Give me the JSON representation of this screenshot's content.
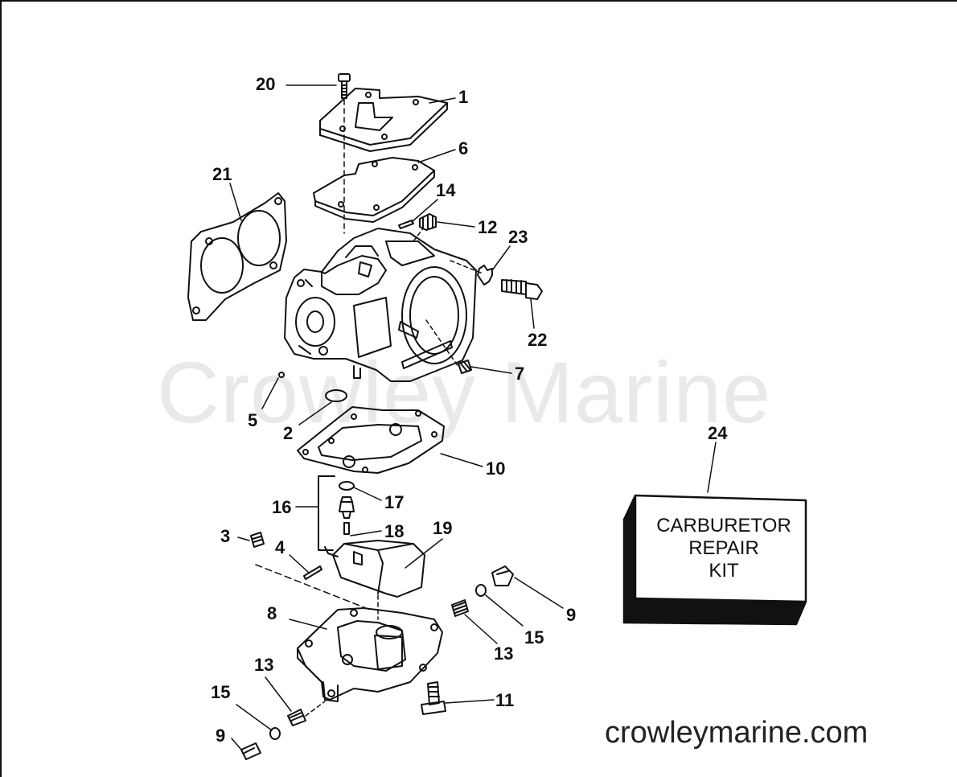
{
  "watermark": "Crowley Marine",
  "website": "crowleymarine.com",
  "kit": {
    "lines": [
      "CARBURETOR",
      "REPAIR",
      "KIT"
    ]
  },
  "callouts": [
    "20",
    "1",
    "6",
    "21",
    "14",
    "12",
    "23",
    "22",
    "7",
    "5",
    "2",
    "10",
    "24",
    "17",
    "16",
    "3",
    "18",
    "19",
    "4",
    "8",
    "9",
    "15",
    "13",
    "13",
    "15",
    "11",
    "9"
  ]
}
